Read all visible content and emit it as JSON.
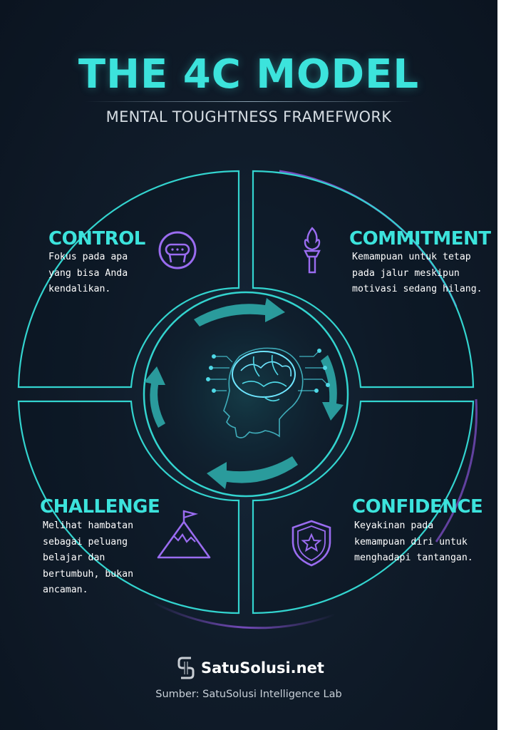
{
  "title": "THE 4C MODEL",
  "subtitle": "MENTAL TOUGHTNESS FRAMEFWORK",
  "quadrants": {
    "control": {
      "title": "CONTROL",
      "text": "Fokus pada apa\nyang  bisa Anda\nkendalikan.",
      "icon": "steering-wheel-icon"
    },
    "commitment": {
      "title": "COMMITMENT",
      "text": "Kemampuan untuk tetap\npada jalur meskipun\nmotivasi sedang hilang.",
      "icon": "torch-icon"
    },
    "challenge": {
      "title": "CHALLENGE",
      "text": "Melihat hambatan\nsebagai peluang\nbelajar dan\nbertumbuh, bukan\nancaman.",
      "icon": "mountain-flag-icon"
    },
    "confidence": {
      "title": "CONFIDENCE",
      "text": "Keyakinan pada\nkemampuan diri untuk\nmenghadapi tantangan.",
      "icon": "shield-star-icon"
    }
  },
  "center": {
    "icon": "brain-head-icon"
  },
  "brand": {
    "name": "SatuSolusi.net",
    "icon": "satusolusi-logo-icon"
  },
  "source": "Sumber: SatuSolusi Intelligence Lab",
  "colors": {
    "background": "#101c2a",
    "accent_teal": "#3ce3dc",
    "accent_purple": "#9a5cf0",
    "text": "#ffffff"
  }
}
